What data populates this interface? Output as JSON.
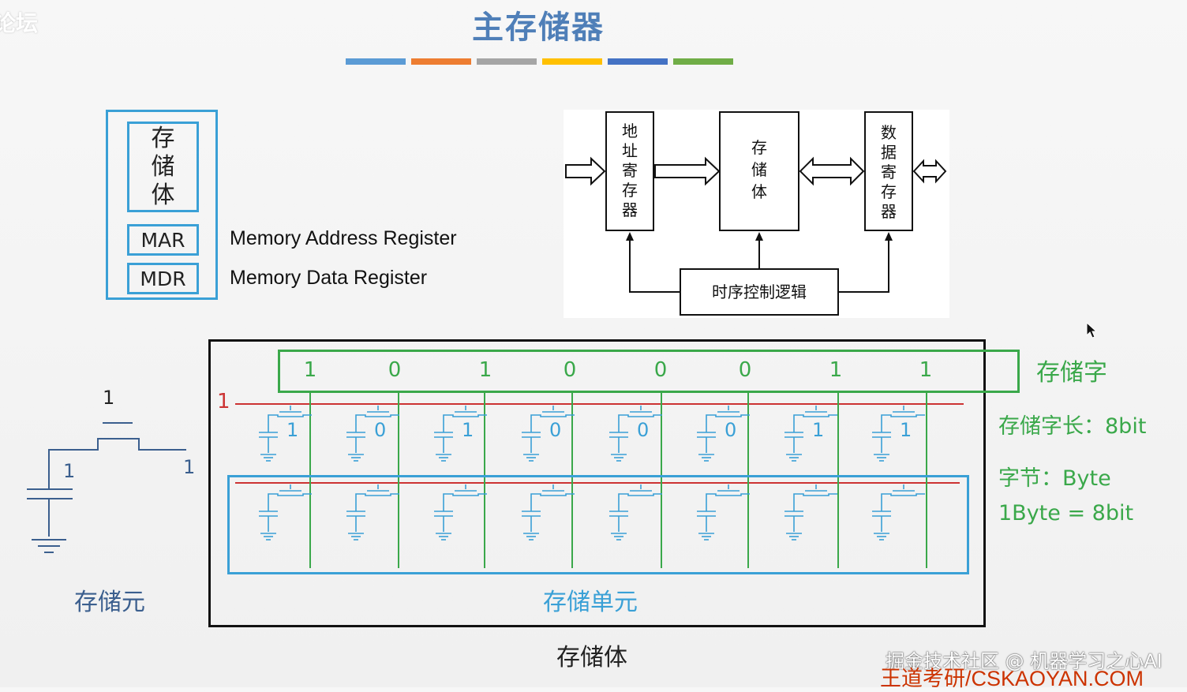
{
  "title": "主存储器",
  "corner_logo": "论坛",
  "color_bars": [
    "#5b9bd5",
    "#ed7d31",
    "#a5a5a5",
    "#ffc000",
    "#4472c4",
    "#70ad47"
  ],
  "registers": {
    "storage_body": [
      "存",
      "储",
      "体"
    ],
    "mar": "MAR",
    "mar_desc": "Memory Address Register",
    "mdr": "MDR",
    "mdr_desc": "Memory Data Register"
  },
  "block_diagram": {
    "address_register": [
      "地",
      "址",
      "寄",
      "存",
      "器"
    ],
    "storage_body": [
      "存",
      "储",
      "体"
    ],
    "data_register": [
      "数",
      "据",
      "寄",
      "存",
      "器"
    ],
    "timing_logic": "时序控制逻辑"
  },
  "memory": {
    "row_select": "1",
    "word_bits": [
      "1",
      "0",
      "1",
      "0",
      "0",
      "0",
      "1",
      "1"
    ],
    "cell_values": [
      "1",
      "0",
      "1",
      "0",
      "0",
      "0",
      "1",
      "1"
    ],
    "unit_label": "存储单元",
    "body_label": "存储体"
  },
  "side_labels": {
    "word": "存储字",
    "word_length": "存储字长：8bit",
    "byte": "字节：Byte",
    "byte_eq": "1Byte = 8bit"
  },
  "cell": {
    "top": "1",
    "left": "1",
    "right": "1",
    "label": "存储元"
  },
  "watermark": {
    "line1": "掘金技术社区 @ 机器学习之心AI",
    "line2": "王道考研/CSKAOYAN.COM"
  }
}
